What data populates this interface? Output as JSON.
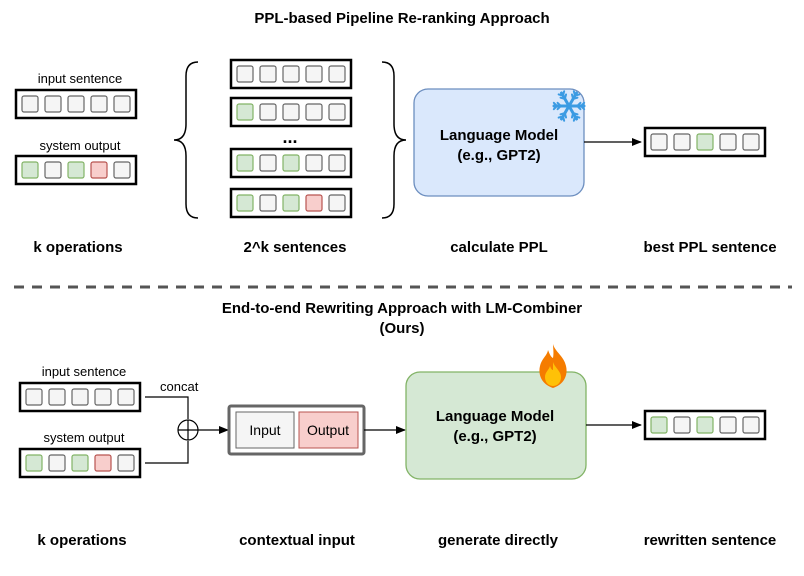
{
  "colors": {
    "token_green": "#d5e8d4",
    "token_green_stroke": "#82b366",
    "token_red": "#f8cecc",
    "token_red_stroke": "#b85450",
    "token_plain": "#f5f5f5",
    "token_plain_stroke": "#666666",
    "lm_frozen_fill": "#dae8fc",
    "lm_frozen_stroke": "#6c8ebf",
    "lm_trainable_fill": "#d5e8d4",
    "lm_trainable_stroke": "#82b366",
    "snowflake": "#3b9be3",
    "flame_outer": "#f57c00",
    "flame_inner": "#ffc107"
  },
  "top": {
    "title": "PPL-based Pipeline Re-ranking Approach",
    "input_label": "input sentence",
    "output_label": "system output",
    "ellipsis": "...",
    "lm_line1": "Language Model",
    "lm_line2": "(e.g., GPT2)",
    "lm_icon": "snowflake-icon",
    "captions": [
      "k operations",
      "2^k sentences",
      "calculate PPL",
      "best PPL sentence"
    ]
  },
  "bottom": {
    "title_line1": "End-to-end Rewriting Approach with LM-Combiner",
    "title_line2": "(Ours)",
    "input_label": "input sentence",
    "output_label": "system output",
    "concat_label": "concat",
    "ctx_input": "Input",
    "ctx_output": "Output",
    "lm_line1": "Language Model",
    "lm_line2": "(e.g., GPT2)",
    "lm_icon": "fire-icon",
    "captions": [
      "k operations",
      "contextual input",
      "generate directly",
      "rewritten sentence"
    ]
  },
  "token_rows": {
    "top_input": [
      "plain",
      "plain",
      "plain",
      "plain",
      "plain"
    ],
    "top_output": [
      "green",
      "plain",
      "green",
      "red",
      "plain"
    ],
    "candidates": [
      [
        "plain",
        "plain",
        "plain",
        "plain",
        "plain"
      ],
      [
        "green",
        "plain",
        "plain",
        "plain",
        "plain"
      ],
      [
        "green",
        "plain",
        "green",
        "plain",
        "plain"
      ],
      [
        "green",
        "plain",
        "green",
        "red",
        "plain"
      ]
    ],
    "top_best": [
      "plain",
      "plain",
      "green",
      "plain",
      "plain"
    ],
    "bottom_input": [
      "plain",
      "plain",
      "plain",
      "plain",
      "plain"
    ],
    "bottom_output": [
      "green",
      "plain",
      "green",
      "red",
      "plain"
    ],
    "bottom_result": [
      "green",
      "plain",
      "green",
      "plain",
      "plain"
    ]
  }
}
